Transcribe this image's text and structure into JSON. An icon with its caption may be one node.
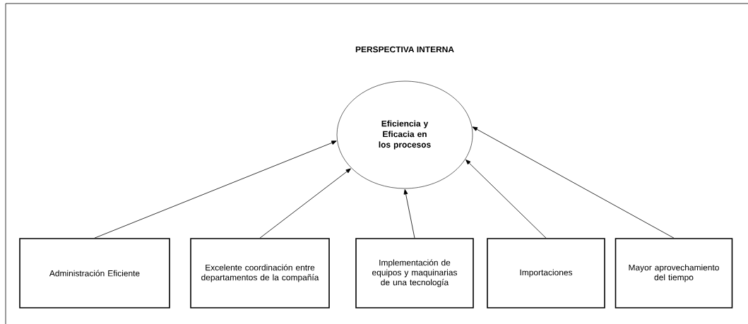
{
  "diagram": {
    "title": "PERSPECTIVA INTERNA",
    "nodes": [
      {
        "text": [
          "Eficiencia y Eficacia en los procesos"
        ]
      },
      {
        "text": [
          "Administración Eficiente"
        ]
      },
      {
        "text": [
          "Excelente coordinación entre departamentos de la compañía"
        ]
      },
      {
        "text": [
          "Implementación de equipos y maquinarias de una tecnología"
        ]
      },
      {
        "text": [
          "Importaciones"
        ]
      },
      {
        "text": [
          "Mayor aprovechamiento del tiempo"
        ]
      }
    ],
    "edges": [
      {
        "from": 1,
        "to": 0,
        "arrow": "to"
      },
      {
        "from": 2,
        "to": 0,
        "arrow": "to"
      },
      {
        "from": 3,
        "to": 0,
        "arrow": "to"
      },
      {
        "from": 4,
        "to": 0,
        "arrow": "to"
      },
      {
        "from": 5,
        "to": 0,
        "arrow": "to"
      }
    ]
  }
}
